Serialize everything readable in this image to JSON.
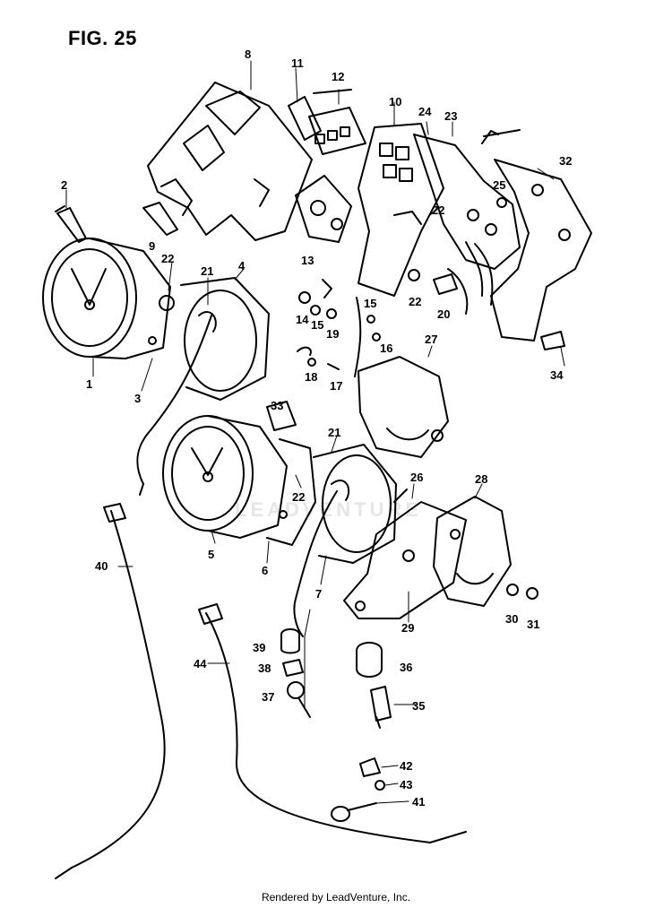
{
  "figure": {
    "title": "FIG. 25",
    "watermark": "LEADVENTURE",
    "footer": "Rendered by LeadVenture, Inc."
  },
  "callouts": [
    {
      "id": "1",
      "label": "1"
    },
    {
      "id": "2",
      "label": "2"
    },
    {
      "id": "3",
      "label": "3"
    },
    {
      "id": "4",
      "label": "4"
    },
    {
      "id": "5",
      "label": "5"
    },
    {
      "id": "6",
      "label": "6"
    },
    {
      "id": "7",
      "label": "7"
    },
    {
      "id": "8",
      "label": "8"
    },
    {
      "id": "9",
      "label": "9"
    },
    {
      "id": "10",
      "label": "10"
    },
    {
      "id": "11",
      "label": "11"
    },
    {
      "id": "12",
      "label": "12"
    },
    {
      "id": "13",
      "label": "13"
    },
    {
      "id": "14",
      "label": "14"
    },
    {
      "id": "15a",
      "label": "15"
    },
    {
      "id": "15b",
      "label": "15"
    },
    {
      "id": "16",
      "label": "16"
    },
    {
      "id": "17",
      "label": "17"
    },
    {
      "id": "18",
      "label": "18"
    },
    {
      "id": "19",
      "label": "19"
    },
    {
      "id": "20",
      "label": "20"
    },
    {
      "id": "21a",
      "label": "21"
    },
    {
      "id": "21b",
      "label": "21"
    },
    {
      "id": "22a",
      "label": "22"
    },
    {
      "id": "22b",
      "label": "22"
    },
    {
      "id": "22c",
      "label": "22"
    },
    {
      "id": "22d",
      "label": "22"
    },
    {
      "id": "23",
      "label": "23"
    },
    {
      "id": "24",
      "label": "24"
    },
    {
      "id": "25",
      "label": "25"
    },
    {
      "id": "26",
      "label": "26"
    },
    {
      "id": "27",
      "label": "27"
    },
    {
      "id": "28",
      "label": "28"
    },
    {
      "id": "29",
      "label": "29"
    },
    {
      "id": "30",
      "label": "30"
    },
    {
      "id": "31",
      "label": "31"
    },
    {
      "id": "32",
      "label": "32"
    },
    {
      "id": "33",
      "label": "33"
    },
    {
      "id": "34",
      "label": "34"
    },
    {
      "id": "35",
      "label": "35"
    },
    {
      "id": "36",
      "label": "36"
    },
    {
      "id": "37",
      "label": "37"
    },
    {
      "id": "38",
      "label": "38"
    },
    {
      "id": "39",
      "label": "39"
    },
    {
      "id": "40",
      "label": "40"
    },
    {
      "id": "41",
      "label": "41"
    },
    {
      "id": "42",
      "label": "42"
    },
    {
      "id": "43",
      "label": "43"
    },
    {
      "id": "44",
      "label": "44"
    }
  ]
}
